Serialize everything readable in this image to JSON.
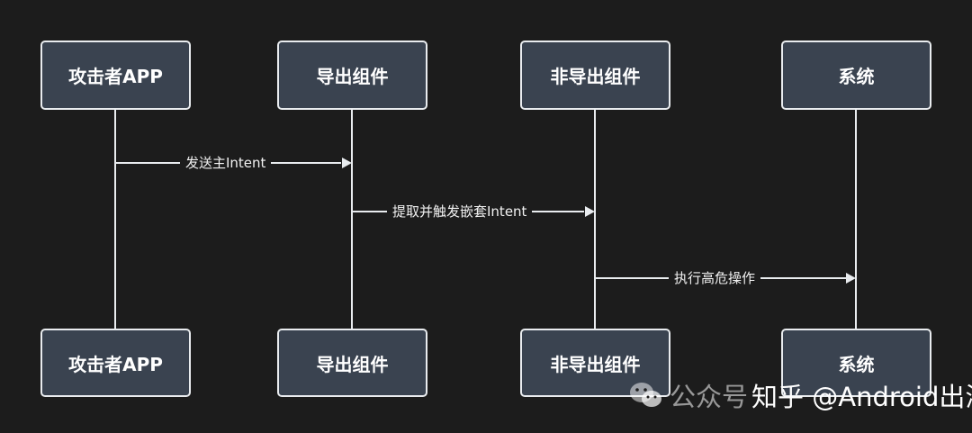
{
  "participants": [
    "攻击者APP",
    "导出组件",
    "非导出组件",
    "系统"
  ],
  "messages": [
    {
      "from": 0,
      "to": 1,
      "label": "发送主Intent"
    },
    {
      "from": 1,
      "to": 2,
      "label": "提取并触发嵌套Intent"
    },
    {
      "from": 2,
      "to": 3,
      "label": "执行高危操作"
    }
  ],
  "watermark": {
    "source": "公众号",
    "author": "知乎 @Android出海",
    "icon": "wechat-icon"
  },
  "colors": {
    "background": "#1c1c1c",
    "box_fill": "#3a4350",
    "stroke": "#e9ecef",
    "text": "#ffffff"
  }
}
